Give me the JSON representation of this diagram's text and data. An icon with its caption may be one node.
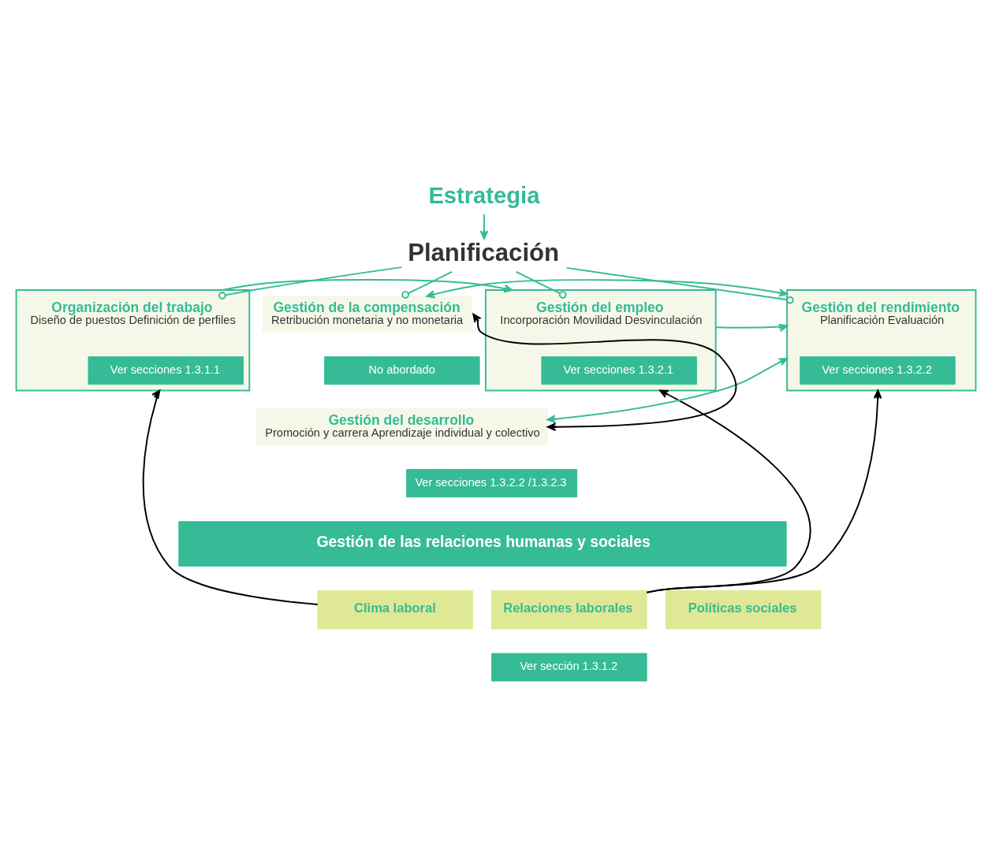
{
  "diagram": {
    "nodes": [
      {
        "text": [
          "Estrategia"
        ]
      },
      {
        "text": [
          "Planificación"
        ]
      },
      {
        "text": [],
        "shape": "box"
      },
      {
        "text": [
          "Organización del trabajo",
          "Diseño de puestos Definición de perfiles"
        ],
        "in": 2
      },
      {
        "text": [
          "Ver secciones 1.3.1.1"
        ],
        "in": 2
      },
      {
        "text": [],
        "shape": "box"
      },
      {
        "text": [
          "Gestión del empleo",
          "Incorporación Movilidad Desvinculación"
        ],
        "in": 5
      },
      {
        "text": [
          "Ver secciones 1.3.2.1"
        ],
        "in": 5
      },
      {
        "text": [],
        "shape": "box"
      },
      {
        "text": [
          "Gestión del rendimiento",
          "Planificación Evaluación"
        ],
        "in": 8
      },
      {
        "text": [
          "Ver secciones 1.3.2.2"
        ],
        "in": 8
      },
      {
        "text": [
          "Gestión de la compensación",
          "Retribución monetaria y no monetaria"
        ]
      },
      {
        "text": [
          "No abordado"
        ]
      },
      {
        "text": [
          "Gestión del desarrollo",
          "Promoción y carrera Aprendizaje individual y colectivo"
        ]
      },
      {
        "text": [
          "Ver secciones 1.3.2.2 /1.3.2.3"
        ]
      },
      {
        "text": [
          "Gestión de las relaciones humanas y sociales"
        ]
      },
      {
        "text": [
          "Clima laboral"
        ]
      },
      {
        "text": [
          "Relaciones laborales"
        ]
      },
      {
        "text": [
          "Ver sección 1.3.1.2"
        ]
      },
      {
        "text": [
          "Políticas sociales"
        ]
      }
    ],
    "edges": [
      {
        "from": 0,
        "to": 1,
        "arrow": "to"
      },
      {
        "from": 1,
        "to": 3,
        "arrow": "other"
      },
      {
        "from": 1,
        "to": 6,
        "arrow": "other"
      },
      {
        "from": 1,
        "to": 9,
        "arrow": "other"
      },
      {
        "from": 1,
        "to": 11,
        "arrow": "other"
      },
      {
        "from": 2,
        "to": 5,
        "arrow": "to"
      },
      {
        "from": 5,
        "to": 8,
        "arrow": "to"
      },
      {
        "from": 8,
        "to": 11,
        "arrow": "both"
      },
      {
        "from": 8,
        "to": 13,
        "arrow": "both"
      },
      {
        "from": 11,
        "to": 13,
        "arrow": "both",
        "color": "#000000"
      },
      {
        "from": 16,
        "to": 2,
        "arrow": "to",
        "color": "#000000"
      },
      {
        "from": 17,
        "to": 5,
        "arrow": "to",
        "color": "#000000"
      },
      {
        "from": 17,
        "to": 8,
        "arrow": "to",
        "color": "#000000"
      }
    ]
  }
}
